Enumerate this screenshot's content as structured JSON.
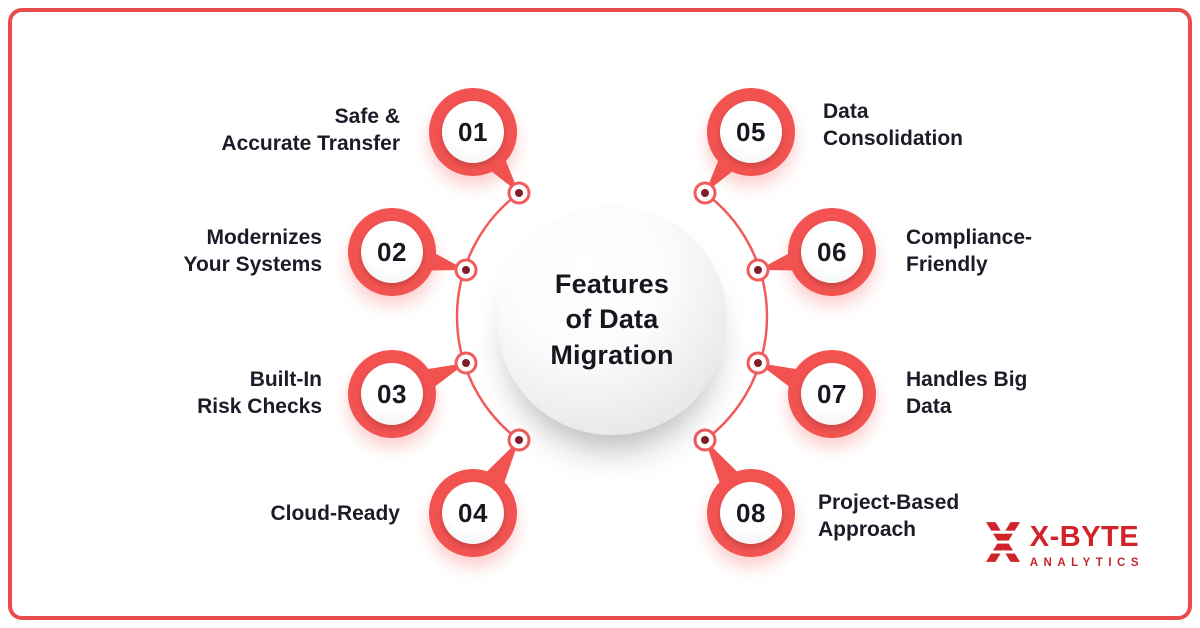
{
  "colors": {
    "accent_red": "#F25350",
    "arc_red": "#F15B5B",
    "frame_red": "#EA4B4C",
    "node_dot": "#7E1F2B",
    "text_dark": "#1C1C28",
    "logo_red": "#D2232A"
  },
  "center": {
    "title": "Features of Data Migration",
    "lines": [
      "Features",
      "of Data",
      "Migration"
    ]
  },
  "items": [
    {
      "number": "01",
      "label": "Safe &\nAccurate Transfer"
    },
    {
      "number": "02",
      "label": "Modernizes\nYour Systems"
    },
    {
      "number": "03",
      "label": "Built-In\nRisk Checks"
    },
    {
      "number": "04",
      "label": "Cloud-Ready"
    },
    {
      "number": "05",
      "label": "Data\nConsolidation"
    },
    {
      "number": "06",
      "label": "Compliance-\nFriendly"
    },
    {
      "number": "07",
      "label": "Handles Big\nData"
    },
    {
      "number": "08",
      "label": "Project-Based\nApproach"
    }
  ],
  "logo": {
    "name": "X-BYTE",
    "subtitle": "ANALYTICS"
  }
}
